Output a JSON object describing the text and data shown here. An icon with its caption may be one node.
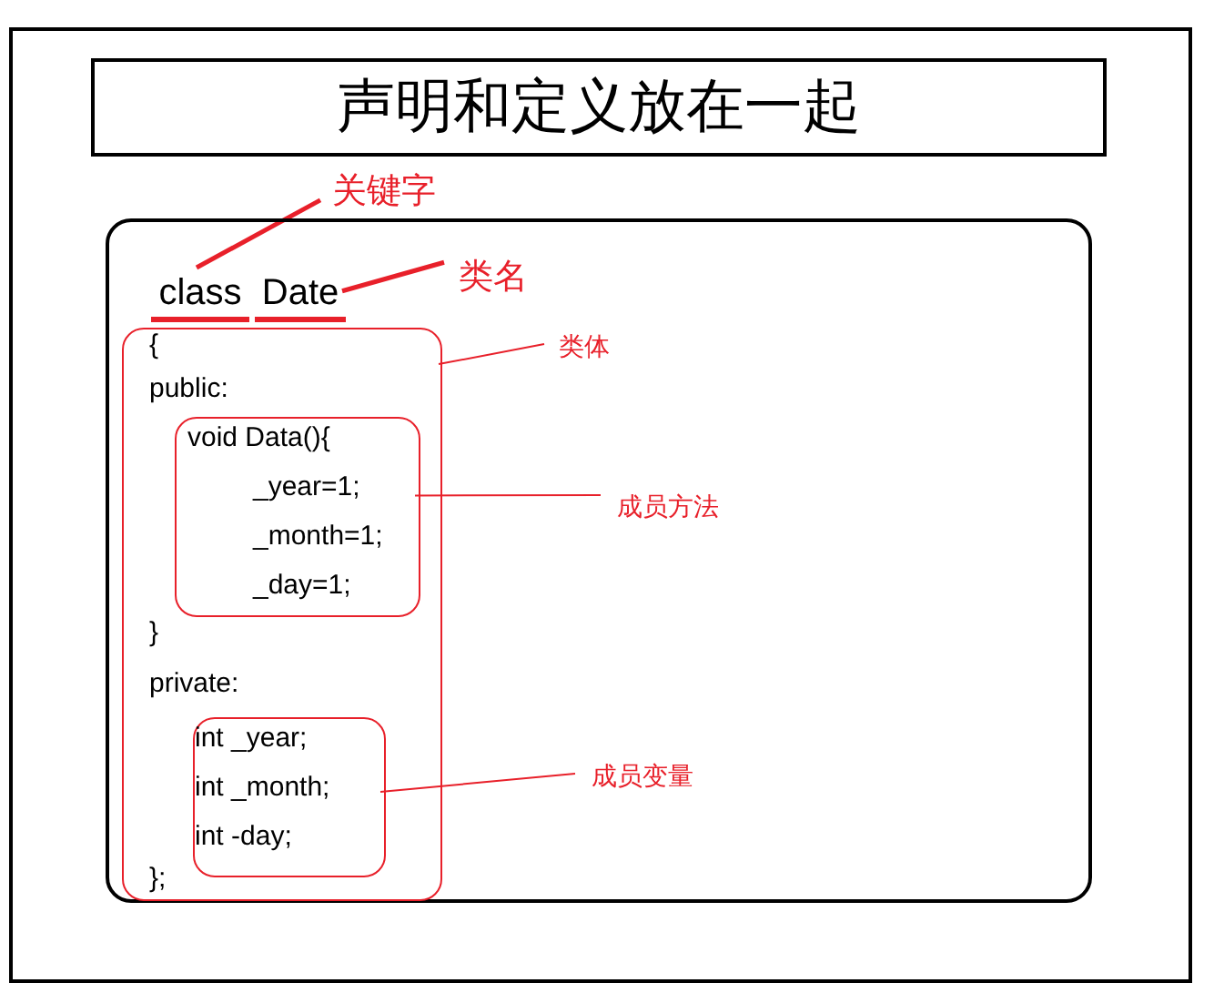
{
  "diagram": {
    "nodes": [
      {
        "text": [
          "声明和定义放在一起"
        ]
      },
      {
        "text": [],
        "shape": "box"
      },
      {
        "text": [
          "class"
        ],
        "in": 1
      },
      {
        "text": [
          "Date"
        ],
        "in": 1
      },
      {
        "text": [
          "{",
          "public:",
          "}",
          "private:",
          "};"
        ],
        "in": 1
      },
      {
        "text": [
          "void Data(){",
          "_year=1;",
          "_month=1;",
          "_day=1;"
        ],
        "in": 4
      },
      {
        "text": [
          "int _year;",
          "int _month;",
          "int -day;"
        ],
        "in": 4
      },
      {
        "text": [
          "关键字"
        ]
      },
      {
        "text": [
          "类名"
        ],
        "in": 1
      },
      {
        "text": [
          "类体"
        ],
        "in": 1
      },
      {
        "text": [
          "成员方法"
        ],
        "in": 1
      },
      {
        "text": [
          "成员变量"
        ],
        "in": 1
      }
    ],
    "edges": [
      {
        "from": 7,
        "to": 2,
        "arrow": "none",
        "style": "thick",
        "color": "#e8202a"
      },
      {
        "from": 8,
        "to": 3,
        "arrow": "none",
        "style": "thick",
        "color": "#e8202a"
      },
      {
        "from": 9,
        "to": 4,
        "arrow": "none",
        "color": "#e8202a"
      },
      {
        "from": 10,
        "to": 5,
        "arrow": "none",
        "color": "#e8202a"
      },
      {
        "from": 11,
        "to": 6,
        "arrow": "none",
        "color": "#e8202a"
      }
    ]
  }
}
